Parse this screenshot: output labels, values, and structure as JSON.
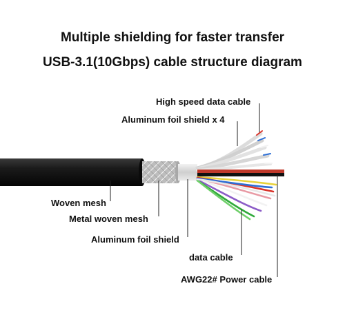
{
  "title_line1": "Multiple shielding for faster transfer",
  "title_line2": "USB-3.1(10Gbps) cable structure diagram",
  "labels": {
    "high_speed_data_cable": "High speed data cable",
    "aluminum_foil_shield_x4": "Aluminum foil shield x 4",
    "woven_mesh": "Woven mesh",
    "metal_woven_mesh": "Metal woven mesh",
    "aluminum_foil_shield": "Aluminum foil shield",
    "data_cable": "data cable",
    "power_cable": "AWG22# Power cable"
  },
  "colors": {
    "jacket": "#1a1a1a",
    "mesh": "#c8c8c8",
    "foil": "#d9d9d9",
    "power_red": "#c0392b",
    "power_black": "#111111",
    "wire_blue": "#2d6fd6",
    "wire_green": "#2faa3a",
    "wire_yellow": "#e8d23a",
    "wire_white": "#f2f2f2",
    "wire_red": "#d9342b",
    "wire_pink": "#e89aa4",
    "wire_purple": "#8c5cc7"
  }
}
